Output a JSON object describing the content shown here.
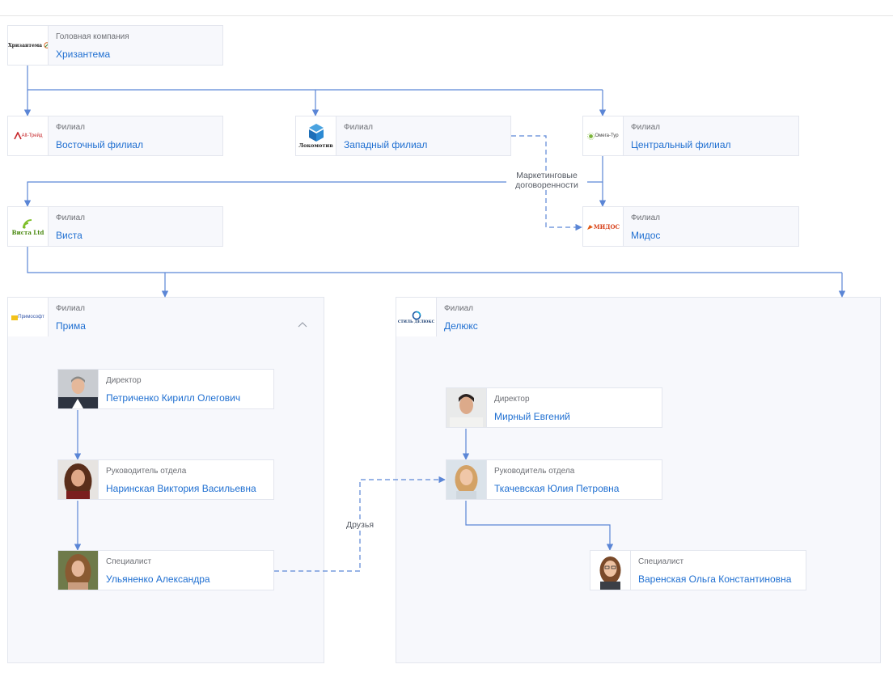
{
  "nodes": {
    "head": {
      "role": "Головная компания",
      "name": "Хризантема",
      "logo_text": "Хризантема"
    },
    "east": {
      "role": "Филиал",
      "name": "Восточный филиал",
      "logo_text": "Alt-Трейд"
    },
    "west": {
      "role": "Филиал",
      "name": "Западный филиал",
      "logo_text": "Локомотив"
    },
    "central": {
      "role": "Филиал",
      "name": "Центральный филиал",
      "logo_text": "Омега-Тур"
    },
    "vista": {
      "role": "Филиал",
      "name": "Виста",
      "logo_text": "Виста Ltd"
    },
    "midos": {
      "role": "Филиал",
      "name": "Мидос",
      "logo_text": "МИДОС"
    },
    "prima": {
      "role": "Филиал",
      "name": "Прима",
      "logo_text": "Примософт"
    },
    "deluxe": {
      "role": "Филиал",
      "name": "Делюкс",
      "logo_text": "СТИЛЬ ДЕЛЮКС"
    }
  },
  "people": {
    "petrichenko": {
      "role": "Директор",
      "name": "Петриченко Кирилл Олегович"
    },
    "narinskaya": {
      "role": "Руководитель отдела",
      "name": "Наринская Виктория Васильевна"
    },
    "ulyanenko": {
      "role": "Специалист",
      "name": "Ульяненко Александра"
    },
    "mirny": {
      "role": "Директор",
      "name": "Мирный Евгений"
    },
    "tkachevskaya": {
      "role": "Руководитель отдела",
      "name": "Ткачевская Юлия Петровна"
    },
    "varenskaya": {
      "role": "Специалист",
      "name": "Варенская Ольга Константиновна"
    }
  },
  "edge_labels": {
    "marketing": "Маркетинговые договоренности",
    "friends": "Друзья"
  },
  "icons": {
    "collapse": "chevron-up-icon"
  },
  "colors": {
    "link": "#1f6fd1",
    "connector": "#5b86d6",
    "group_bg": "#f7f8fc"
  }
}
